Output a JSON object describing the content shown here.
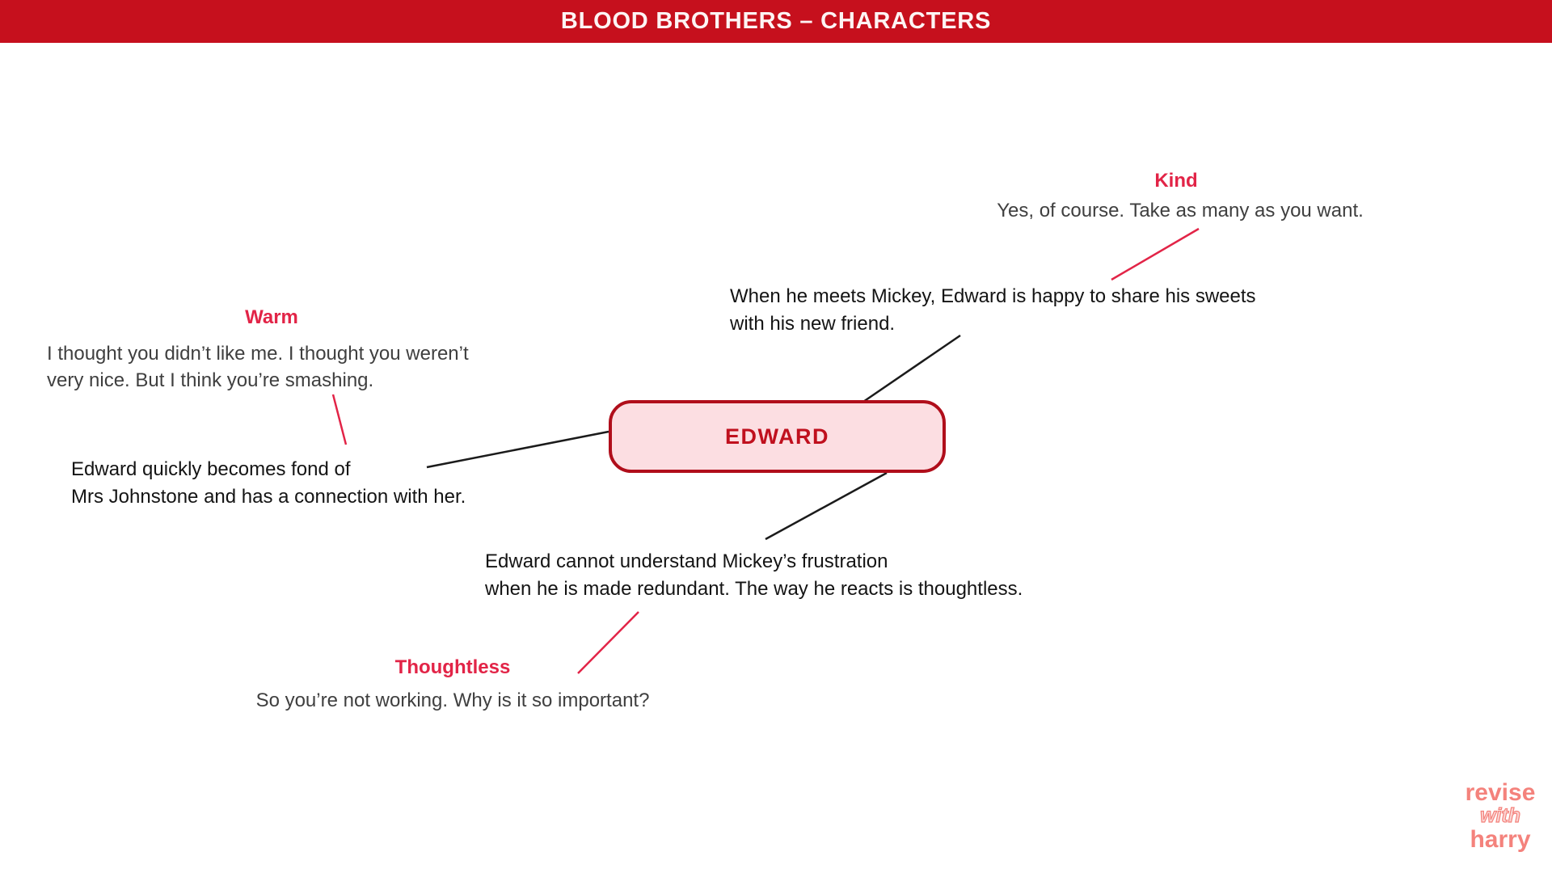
{
  "header": {
    "title": "BLOOD BROTHERS – CHARACTERS"
  },
  "character": {
    "name": "EDWARD"
  },
  "traits": {
    "kind": {
      "label": "Kind",
      "quote": "Yes, of course. Take as many as you want."
    },
    "warm": {
      "label": "Warm",
      "quote": "I thought you didn’t like me. I thought you weren’t\nvery nice. But I think you’re smashing."
    },
    "thoughtless": {
      "label": "Thoughtless",
      "quote": "So you’re not working. Why is it so important?"
    }
  },
  "notes": {
    "sweets": "When he meets Mickey, Edward is happy to share his sweets\nwith his new friend.",
    "mrs_johnstone": "Edward quickly becomes fond of\nMrs Johnstone and has a connection with her.",
    "redundancy": "Edward cannot understand Mickey’s frustration\nwhen he is made redundant. The way he reacts is thoughtless."
  },
  "logo": {
    "line1": "revise",
    "line2": "with",
    "line3": "harry"
  },
  "colors": {
    "header_bg": "#c6101d",
    "accent_red": "#e22447",
    "dark_red": "#b00e1b",
    "box_fill": "#fcdee2",
    "line_black": "#1b1b1b",
    "quote_gray": "#3f3f3f",
    "logo_pink": "#f4827c"
  }
}
